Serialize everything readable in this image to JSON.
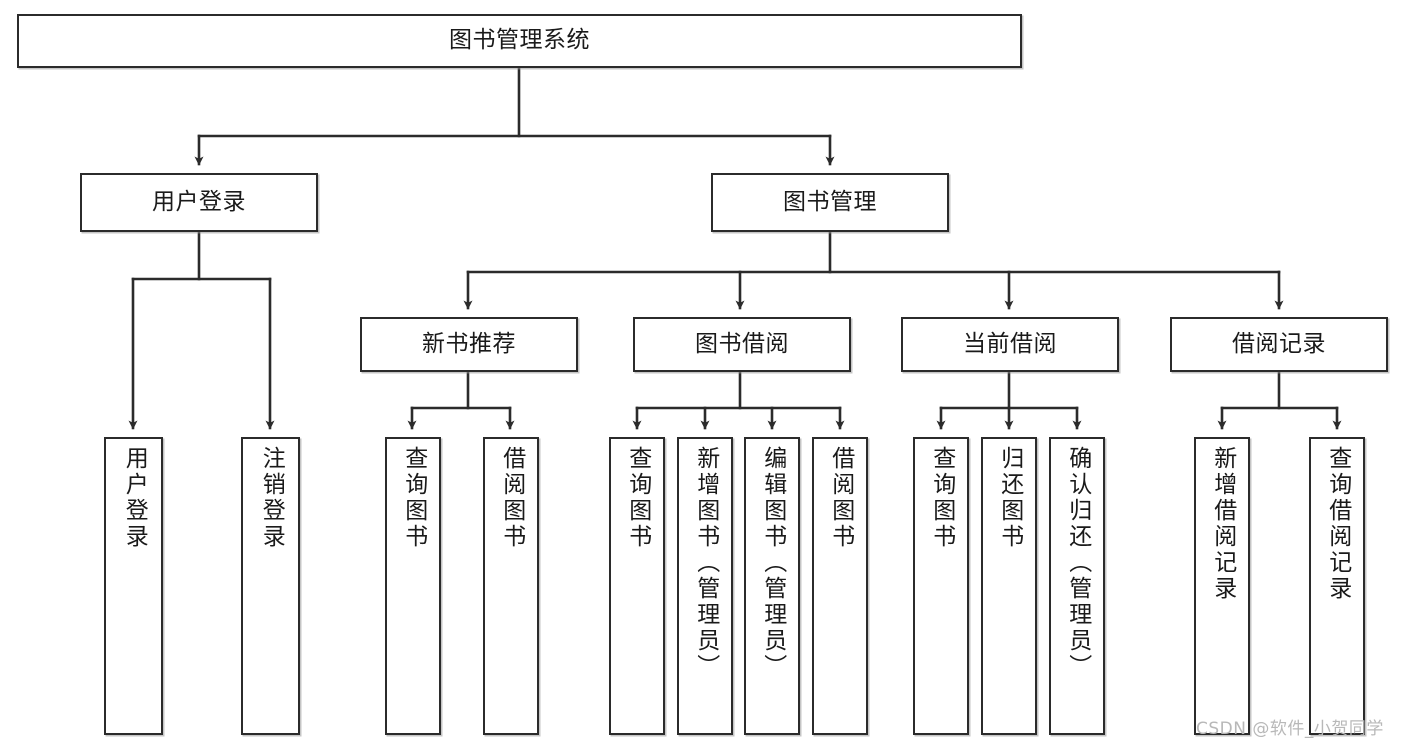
{
  "diagram": {
    "title_node": {
      "label": "图书管理系统"
    },
    "level2": [
      {
        "id": "user-login",
        "label": "用户登录"
      },
      {
        "id": "book-manage",
        "label": "图书管理"
      }
    ],
    "level3": [
      {
        "id": "new-book-recommend",
        "label": "新书推荐"
      },
      {
        "id": "book-borrow",
        "label": "图书借阅"
      },
      {
        "id": "current-borrow",
        "label": "当前借阅"
      },
      {
        "id": "borrow-record",
        "label": "借阅记录"
      }
    ],
    "leaves": [
      {
        "id": "leaf-user-login",
        "label": "用户登录"
      },
      {
        "id": "leaf-logout-login",
        "label": "注销登录"
      },
      {
        "id": "leaf-query-book-1",
        "label": "查询图书"
      },
      {
        "id": "leaf-borrow-book-1",
        "label": "借阅图书"
      },
      {
        "id": "leaf-query-book-2",
        "label": "查询图书"
      },
      {
        "id": "leaf-add-book-admin",
        "label": "新增图书（管理员）"
      },
      {
        "id": "leaf-edit-book-admin",
        "label": "编辑图书（管理员）"
      },
      {
        "id": "leaf-borrow-book-2",
        "label": "借阅图书"
      },
      {
        "id": "leaf-query-book-3",
        "label": "查询图书"
      },
      {
        "id": "leaf-return-book",
        "label": "归还图书"
      },
      {
        "id": "leaf-confirm-return-admin",
        "label": "确认归还（管理员）"
      },
      {
        "id": "leaf-add-borrow-record",
        "label": "新增借阅记录"
      },
      {
        "id": "leaf-query-borrow-record",
        "label": "查询借阅记录"
      }
    ],
    "watermark": "CSDN @软件_小贺同学",
    "colors": {
      "box_border": "#2b2b2b",
      "box_fill": "#ffffff",
      "edge": "#2b2b2b",
      "text": "#1a1a1a",
      "watermark": "#b8b8b8"
    }
  }
}
